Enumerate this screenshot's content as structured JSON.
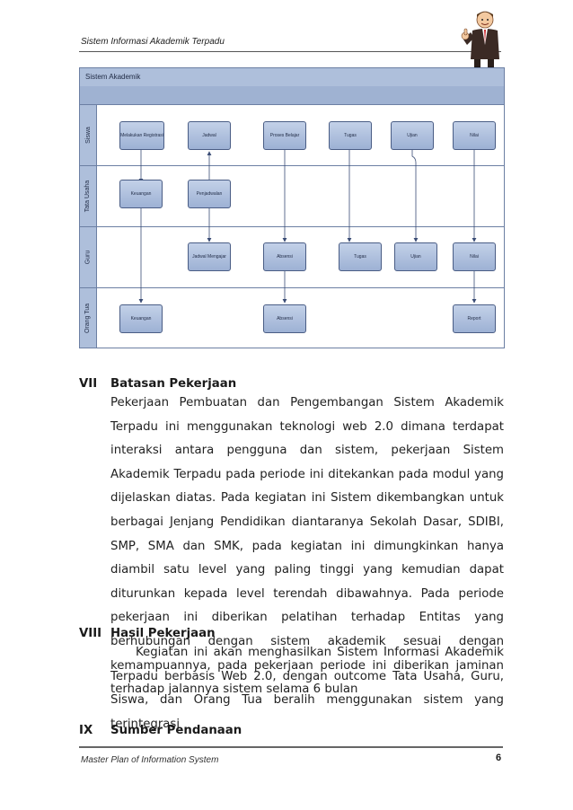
{
  "header": {
    "title": "Sistem Informasi Akademik Terpadu"
  },
  "diagram": {
    "title": "Sistem Akademik",
    "lanes": {
      "siswa": "Siswa",
      "tata_usaha": "Tata Usaha",
      "guru": "Guru",
      "orang_tua": "Orang Tua"
    },
    "nodes": {
      "siswa_registrasi": "Melakukan Registrasi",
      "siswa_jadwal": "Jadwal",
      "siswa_proses": "Proses Belajar",
      "siswa_tugas": "Tugas",
      "siswa_ujian": "Ujian",
      "siswa_nilai": "Nilai",
      "tu_keuangan": "Keuangan",
      "tu_penjadwalan": "Penjadwalan",
      "guru_jadwal": "Jadwal Mengajar",
      "guru_absensi": "Absensi",
      "guru_tugas": "Tugas",
      "guru_ujian": "Ujian",
      "guru_nilai": "Nilai",
      "ot_keuangan": "Keuangan",
      "ot_absensi": "Absensi",
      "ot_report": "Report"
    }
  },
  "sections": {
    "vii": {
      "num": "VII",
      "title": "Batasan Pekerjaan",
      "body": "Pekerjaan Pembuatan dan Pengembangan Sistem Akademik Terpadu ini menggunakan teknologi web 2.0 dimana terdapat interaksi antara pengguna dan sistem, pekerjaan Sistem Akademik Terpadu pada periode ini ditekankan pada modul yang dijelaskan diatas. Pada kegiatan ini Sistem dikembangkan untuk berbagai Jenjang Pendidikan diantaranya Sekolah Dasar, SDIBI, SMP, SMA dan SMK, pada kegiatan ini dimungkinkan hanya diambil satu level yang paling tinggi yang kemudian dapat diturunkan kepada level terendah dibawahnya. Pada periode pekerjaan ini diberikan pelatihan terhadap Entitas yang berhubungan dengan sistem akademik sesuai dengan kemampuannya, pada pekerjaan periode ini diberikan jaminan terhadap jalannya sistem selama 6 bulan"
    },
    "viii": {
      "num": "VIII",
      "title": "Hasil Pekerjaan",
      "body": "Kegiatan ini akan menghasilkan Sistem Informasi Akademik Terpadu berbasis Web 2.0, dengan outcome Tata Usaha, Guru, Siswa, dan Orang Tua beralih menggunakan sistem yang terintegrasi"
    },
    "ix": {
      "num": "IX",
      "title": "Sumber Pendanaan"
    }
  },
  "footer": {
    "text": "Master Plan of Information System",
    "page": "6"
  }
}
